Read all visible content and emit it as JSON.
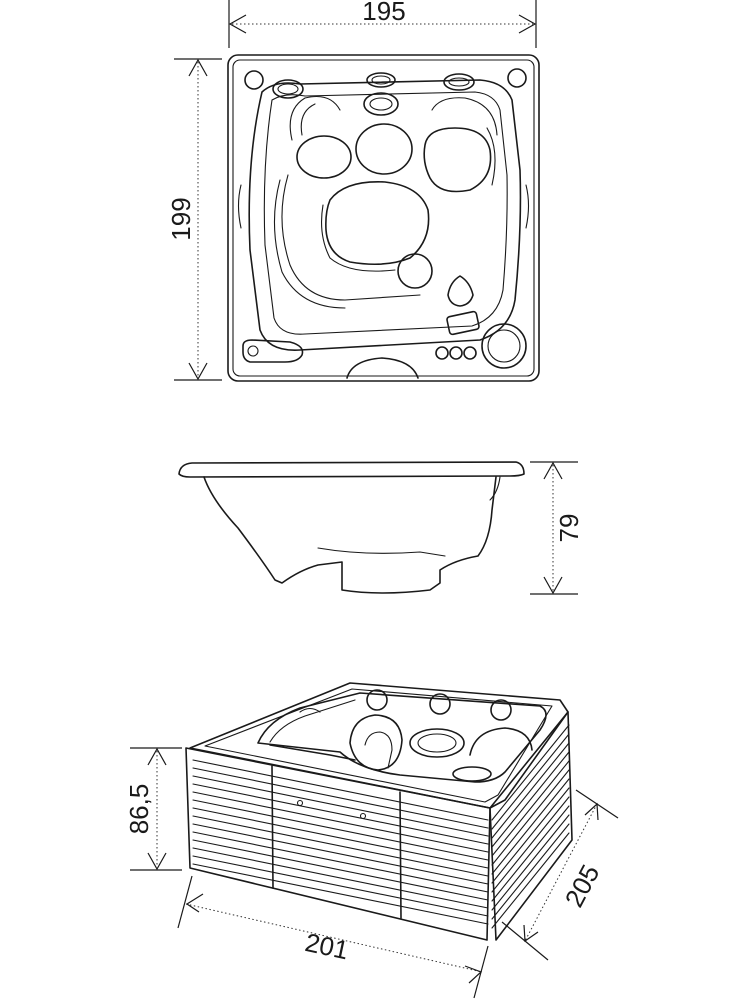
{
  "dimensions": {
    "top_width": "195",
    "top_depth": "199",
    "side_height": "79",
    "cabinet_height": "86,5",
    "front_width": "201",
    "side_length": "205"
  }
}
